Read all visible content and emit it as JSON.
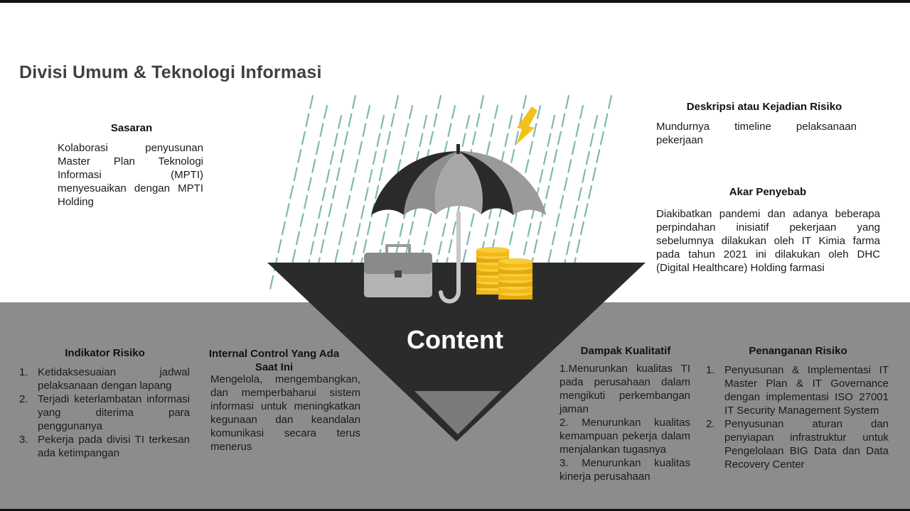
{
  "title": "Divisi Umum & Teknologi Informasi",
  "center_label": "Content",
  "sasaran": {
    "heading": "Sasaran",
    "text": "Kolaborasi penyusunan Master Plan Teknologi Informasi (MPTI) menyesuaikan dengan MPTI Holding"
  },
  "deskripsi": {
    "heading": "Deskripsi atau Kejadian Risiko",
    "text": "Mundurnya timeline pelaksanaan pekerjaan"
  },
  "akar": {
    "heading": "Akar Penyebab",
    "text": "Diakibatkan pandemi dan adanya beberapa perpindahan inisiatif pekerjaan yang sebelumnya dilakukan oleh IT Kimia farma pada tahun 2021 ini dilakukan oleh DHC (Digital Healthcare) Holding farmasi"
  },
  "indikator": {
    "heading": "Indikator Risiko",
    "items": [
      {
        "num": "1.",
        "text": "Ketidaksesuaian jadwal pelaksanaan dengan lapang"
      },
      {
        "num": "2.",
        "text": "Terjadi keterlambatan informasi yang diterima para penggunanya"
      },
      {
        "num": "3.",
        "text": "Pekerja pada divisi TI terkesan ada ketimpangan"
      }
    ]
  },
  "internal": {
    "heading": "Internal Control Yang Ada Saat Ini",
    "text": "Mengelola, mengembangkan, dan memperbaharui sistem informasi untuk meningkatkan kegunaan dan keandalan komunikasi secara terus menerus"
  },
  "dampak": {
    "heading": "Dampak Kualitatif",
    "items": [
      {
        "text": "1.Menurunkan kualitas TI pada perusahaan dalam mengikuti perkembangan jaman"
      },
      {
        "text": "2. Menurunkan kualitas kemampuan pekerja dalam menjalankan tugasnya"
      },
      {
        "text": "3. Menurunkan kualitas kinerja perusahaan"
      }
    ]
  },
  "penanganan": {
    "heading": "Penanganan Risiko",
    "items": [
      {
        "num": "1.",
        "text": "Penyusunan & Implementasi IT Master Plan & IT Governance dengan implementasi ISO 27001 IT Security Management System"
      },
      {
        "num": "2.",
        "text": "Penyusunan aturan dan penyiapan infrastruktur untuk Pengelolaan BIG Data dan Data Recovery Center"
      }
    ]
  },
  "colors": {
    "band": "#8c8c8a",
    "triangle": "#2b2b2b",
    "rain": "#7fb8b0",
    "coin": "#f2b918",
    "lightning": "#f2c21b"
  }
}
